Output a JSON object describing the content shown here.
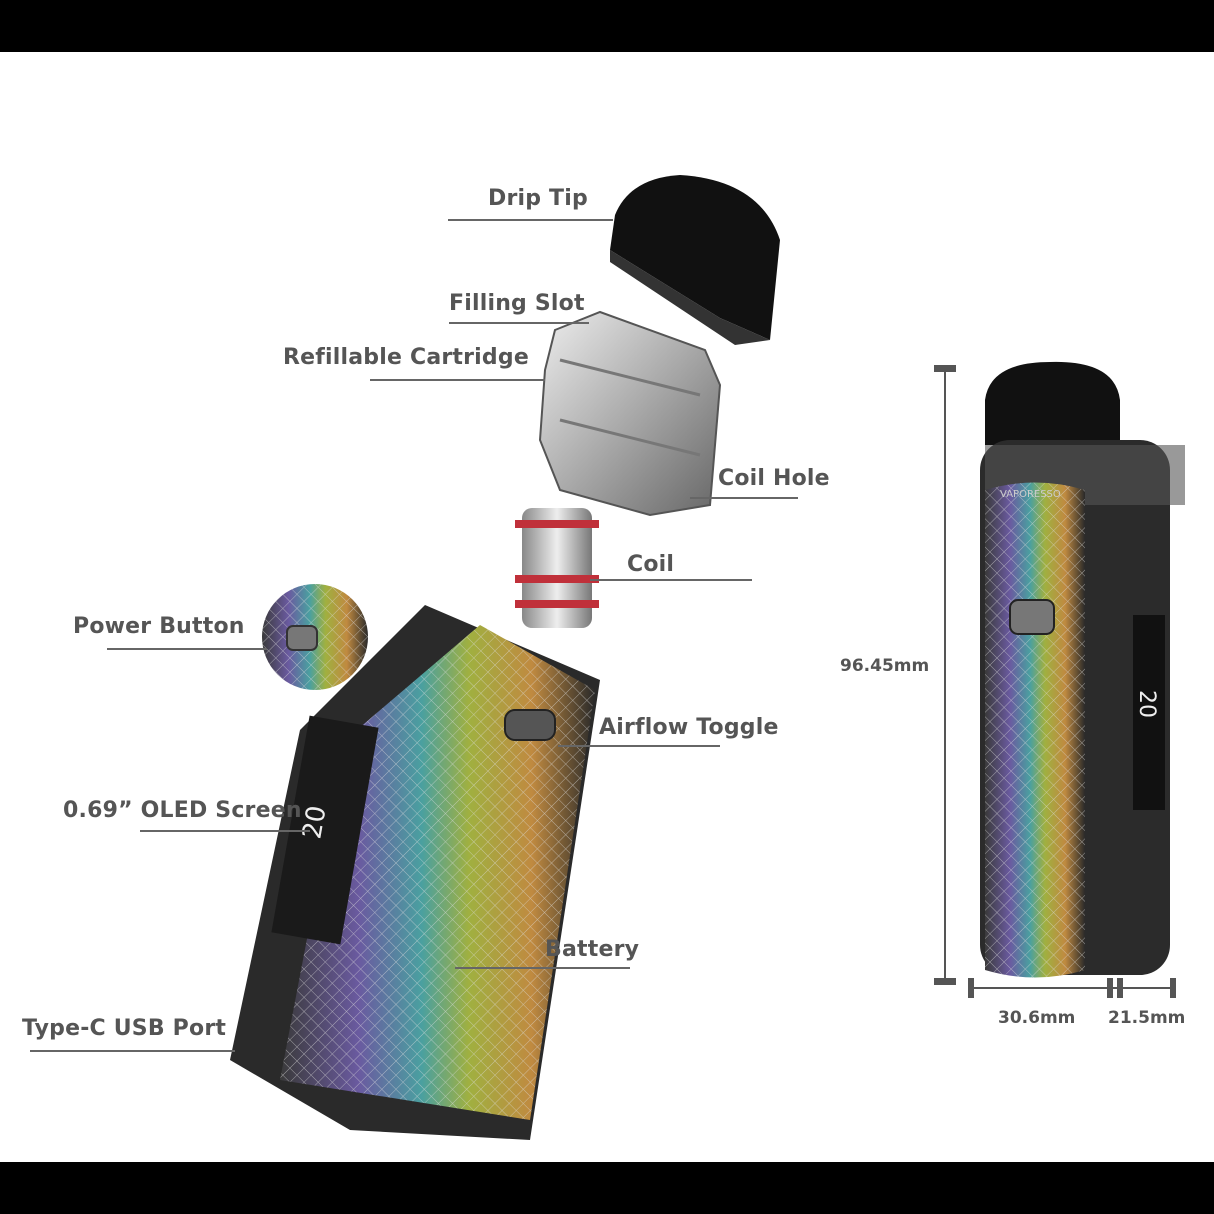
{
  "labels": {
    "drip_tip": "Drip Tip",
    "filling_slot": "Filling Slot",
    "refillable_cartridge": "Refillable Cartridge",
    "coil_hole": "Coil Hole",
    "coil": "Coil",
    "power_button": "Power Button",
    "airflow_toggle": "Airflow Toggle",
    "oled_screen": "0.69” OLED Screen",
    "battery": "Battery",
    "usb_port": "Type-C USB Port"
  },
  "dimensions": {
    "height": "96.45mm",
    "width": "30.6mm",
    "depth": "21.5mm"
  },
  "device": {
    "brand": "VAPORESSO",
    "screen_value": "20"
  }
}
